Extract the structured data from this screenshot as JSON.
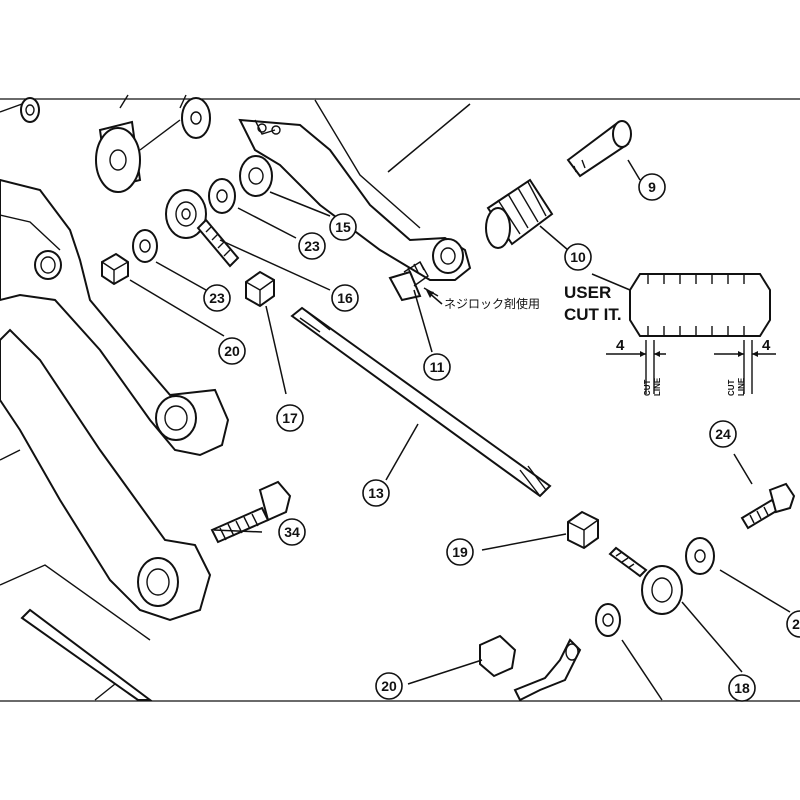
{
  "callouts": [
    {
      "id": "c9",
      "text": "9"
    },
    {
      "id": "c10",
      "text": "10"
    },
    {
      "id": "c11",
      "text": "11"
    },
    {
      "id": "c13",
      "text": "13"
    },
    {
      "id": "c15",
      "text": "15"
    },
    {
      "id": "c16",
      "text": "16"
    },
    {
      "id": "c17",
      "text": "17"
    },
    {
      "id": "c18",
      "text": "18"
    },
    {
      "id": "c19",
      "text": "19"
    },
    {
      "id": "c20a",
      "text": "20"
    },
    {
      "id": "c20b",
      "text": "20"
    },
    {
      "id": "c23a",
      "text": "23"
    },
    {
      "id": "c23b",
      "text": "23"
    },
    {
      "id": "c24",
      "text": "24"
    },
    {
      "id": "c34",
      "text": "34"
    },
    {
      "id": "c2x",
      "text": "2"
    }
  ],
  "notes": {
    "thread_lock": "ネジロック剤使用",
    "user_cut_line1": "USER",
    "user_cut_line2": "CUT IT.",
    "dim_left": "4",
    "dim_right": "4",
    "cut_line_left": [
      "CUT",
      "LINE"
    ],
    "cut_line_right": [
      "CUT",
      "LINE"
    ]
  },
  "colors": {
    "line": "#111111",
    "background": "#ffffff"
  }
}
